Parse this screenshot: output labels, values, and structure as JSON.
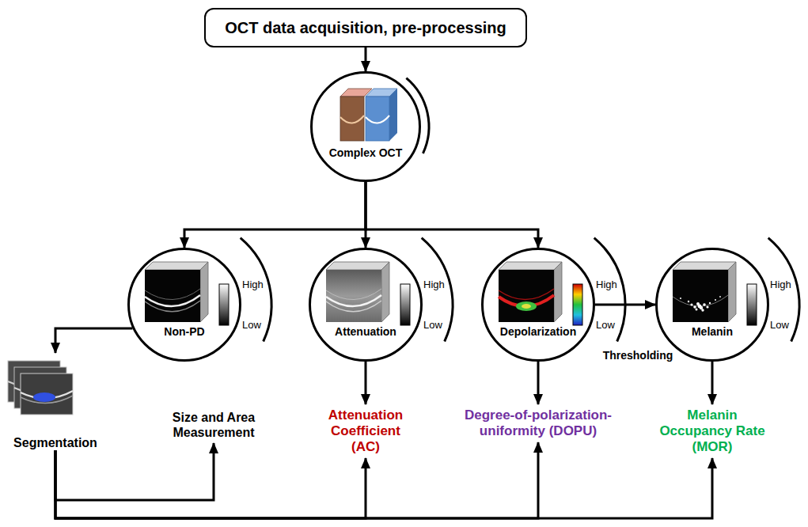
{
  "diagram": {
    "nodes": [
      {
        "text": [
          "OCT data acquisition, pre-processing"
        ]
      },
      {
        "text": [
          "Complex OCT"
        ]
      },
      {
        "text": [
          "Non-PD"
        ]
      },
      {
        "text": [
          "Attenuation"
        ]
      },
      {
        "text": [
          "Depolarization"
        ]
      },
      {
        "text": [
          "Melanin"
        ]
      },
      {
        "text": [
          "Segmentation"
        ]
      },
      {
        "text": [
          "Size and Area Measurement"
        ]
      },
      {
        "text": [
          "Attenuation Coefficient (AC)"
        ]
      },
      {
        "text": [
          "Degree-of-polarization-uniformity (DOPU)"
        ]
      },
      {
        "text": [
          "Melanin Occupancy Rate (MOR)"
        ]
      }
    ],
    "edges": [
      {
        "from": 0,
        "to": 1,
        "arrow": "to"
      },
      {
        "from": 1,
        "to": 2,
        "arrow": "to"
      },
      {
        "from": 1,
        "to": 3,
        "arrow": "to"
      },
      {
        "from": 1,
        "to": 4,
        "arrow": "to"
      },
      {
        "from": 4,
        "to": 5,
        "label": "Thresholding",
        "arrow": "to"
      },
      {
        "from": 2,
        "to": 6,
        "arrow": "to"
      },
      {
        "from": 3,
        "to": 8,
        "arrow": "to"
      },
      {
        "from": 4,
        "to": 9,
        "arrow": "to"
      },
      {
        "from": 5,
        "to": 10,
        "arrow": "to"
      },
      {
        "from": 6,
        "to": 7,
        "arrow": "to"
      },
      {
        "from": 6,
        "to": 8,
        "arrow": "to"
      },
      {
        "from": 6,
        "to": 9,
        "arrow": "to"
      },
      {
        "from": 6,
        "to": 10,
        "arrow": "to"
      }
    ],
    "labels": [
      "High",
      "Low",
      "High",
      "Low",
      "High",
      "Low",
      "High",
      "Low"
    ]
  }
}
